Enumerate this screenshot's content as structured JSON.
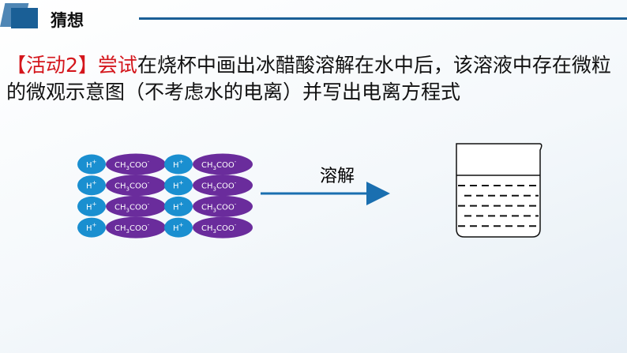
{
  "header": {
    "title": "猜想"
  },
  "question": {
    "tag": "【活动2】",
    "verb": "尝试",
    "text": "在烧杯中画出冰醋酸溶解在水中后，该溶液中存在微粒的微观示意图（不考虑水的电离）并写出电离方程式"
  },
  "diagram": {
    "cation": {
      "base": "H",
      "charge": "+"
    },
    "anion": {
      "base1": "CH",
      "sub": "3",
      "base2": "COO",
      "charge": "-"
    },
    "rows": 4,
    "pairs_per_row": 2,
    "arrow_label": "溶解",
    "beaker_dashed_lines": 5
  },
  "colors": {
    "cation": "#1a8fd0",
    "anion": "#6a2c9c",
    "accent": "#1a5f96",
    "red": "#d4161c"
  }
}
